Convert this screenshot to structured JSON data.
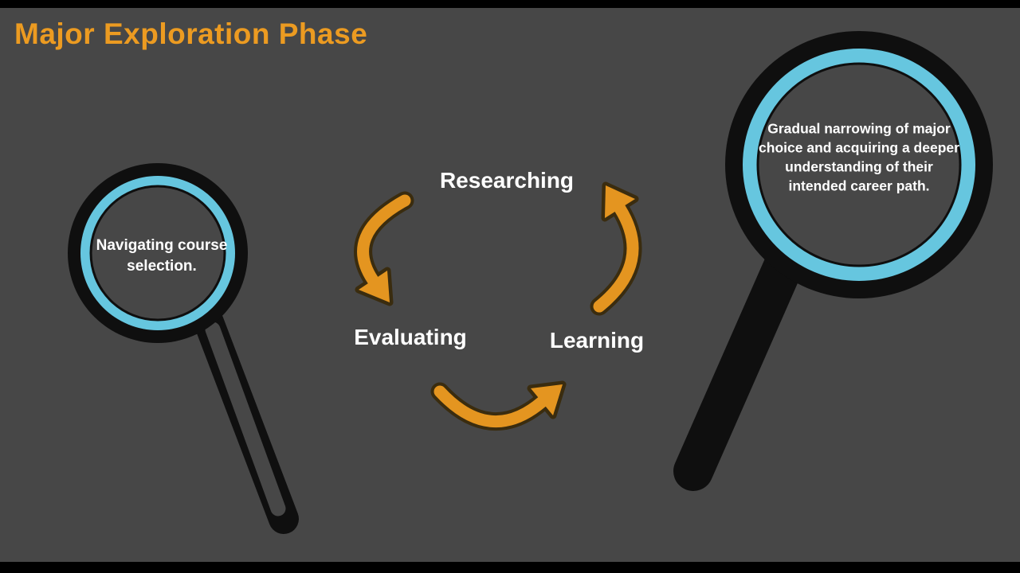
{
  "title": "Major Exploration Phase",
  "cycle": {
    "steps": [
      {
        "label": "Researching"
      },
      {
        "label": "Evaluating"
      },
      {
        "label": "Learning"
      }
    ]
  },
  "left_glass": {
    "text": "Navigating course selection."
  },
  "right_glass": {
    "text": "Gradual narrowing of major choice and acquiring a deeper understanding of their intended career path."
  },
  "colors": {
    "background": "#474747",
    "letterbox": "#000000",
    "title_orange": "#EC9B21",
    "arrow_orange": "#E49520",
    "arrow_outline": "#3A2C0F",
    "glass_blue": "#66C6DF",
    "glass_black": "#0F0F0F",
    "text_white": "#FFFFFF"
  }
}
